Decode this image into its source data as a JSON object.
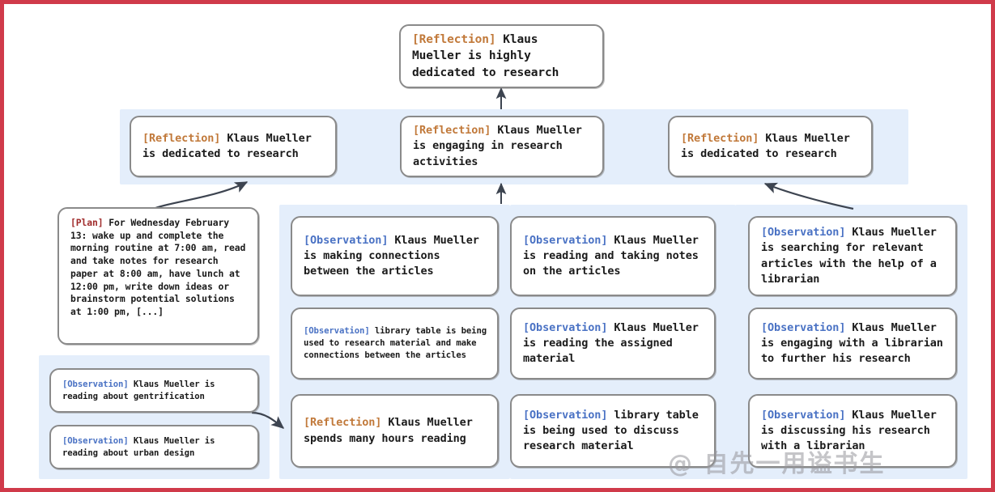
{
  "theme": {
    "frame_border": "#d03a4a",
    "panel_bg": "#e4eefb",
    "node_border": "#8a8a8a",
    "node_bg": "#ffffff",
    "tag_reflection_color": "#c1793a",
    "tag_observation_color": "#4a72c4",
    "tag_plan_color": "#a02c2c",
    "arrow_color": "#3d4450"
  },
  "tags": {
    "reflection": "[Reflection]",
    "observation": "[Observation]",
    "plan": "[Plan]"
  },
  "nodes": {
    "root_reflection": {
      "tag": "[Reflection]",
      "text": " Klaus Mueller is highly dedicated to research"
    },
    "mid_reflection_left": {
      "tag": "[Reflection]",
      "text": " Klaus Mueller is dedicated to research"
    },
    "mid_reflection_center": {
      "tag": "[Reflection]",
      "text": " Klaus Mueller is engaging in research activities"
    },
    "mid_reflection_right": {
      "tag": "[Reflection]",
      "text": " Klaus Mueller is dedicated to research"
    },
    "plan": {
      "tag": "[Plan]",
      "text": " For Wednesday February 13: wake up and complete the morning routine at 7:00 am, read and take notes for research paper at 8:00 am, have lunch at 12:00 pm, write down ideas or brainstorm potential solutions at 1:00 pm, [...]"
    },
    "obs_bottomleft_1": {
      "tag": "[Observation]",
      "text": " Klaus Mueller is reading about gentrification"
    },
    "obs_bottomleft_2": {
      "tag": "[Observation]",
      "text": " Klaus Mueller is reading about urban design"
    },
    "col1_obs_1": {
      "tag": "[Observation]",
      "text": " Klaus Mueller is making connections between the articles"
    },
    "col1_obs_2": {
      "tag": "[Observation]",
      "text": " library table is being used to research material and make connections between the articles"
    },
    "col1_reflection": {
      "tag": "[Reflection]",
      "text": " Klaus Mueller spends many hours reading"
    },
    "col2_obs_1": {
      "tag": "[Observation]",
      "text": " Klaus Mueller is reading and taking notes on the articles"
    },
    "col2_obs_2": {
      "tag": "[Observation]",
      "text": " Klaus Mueller is reading the assigned material"
    },
    "col2_obs_3": {
      "tag": "[Observation]",
      "text": " library table is being used to discuss research material"
    },
    "col3_obs_1": {
      "tag": "[Observation]",
      "text": " Klaus Mueller is searching for relevant articles with the help of a librarian"
    },
    "col3_obs_2": {
      "tag": "[Observation]",
      "text": " Klaus Mueller is engaging with a librarian to further his research"
    },
    "col3_obs_3": {
      "tag": "[Observation]",
      "text": " Klaus Mueller is discussing his research with a librarian"
    }
  },
  "watermark": {
    "text": "@ 自先一用谥书生"
  }
}
